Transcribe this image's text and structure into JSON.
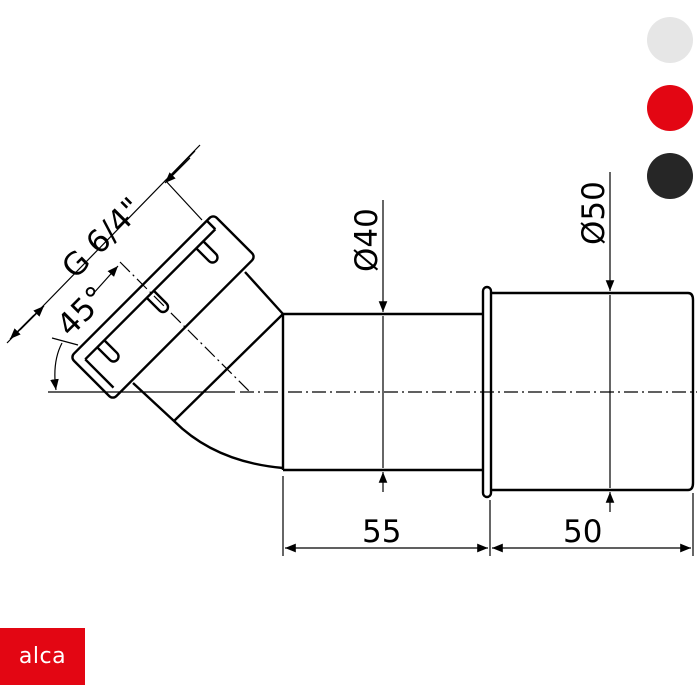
{
  "dimensions": {
    "thread": "G 6/4\"",
    "angle": "45°",
    "diameter_small": "Ø40",
    "diameter_large": "Ø50",
    "length_pipe": "55",
    "length_socket": "50"
  },
  "color_options": [
    {
      "name": "white",
      "color": "#e6e6e6"
    },
    {
      "name": "red",
      "color": "#e30613"
    },
    {
      "name": "black",
      "color": "#262626"
    }
  ],
  "brand": {
    "logo_text": "alca",
    "color": "#e30613"
  }
}
